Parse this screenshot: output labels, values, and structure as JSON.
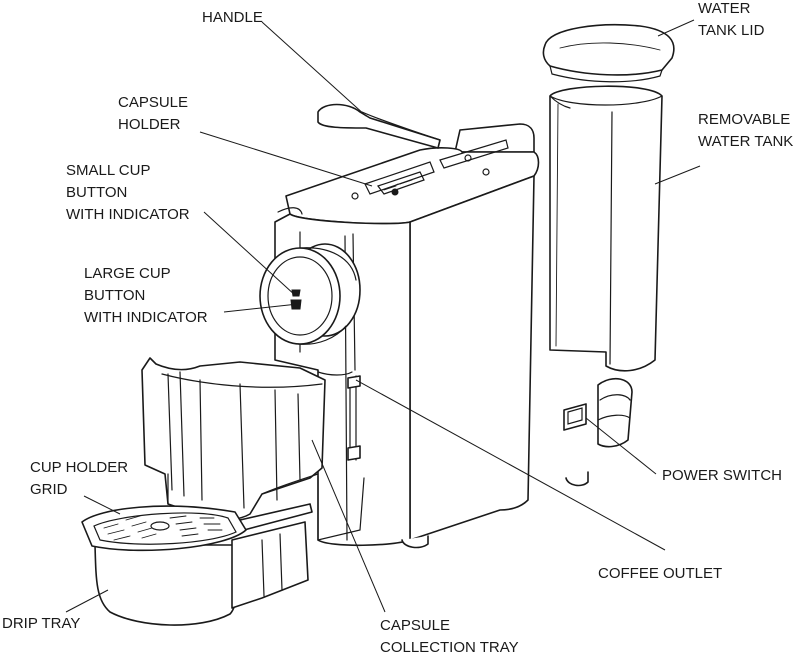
{
  "labels": {
    "handle": [
      "HANDLE"
    ],
    "water_tank_lid": [
      "WATER",
      "TANK LID"
    ],
    "capsule_holder": [
      "CAPSULE",
      "HOLDER"
    ],
    "removable_water_tank": [
      "REMOVABLE",
      "WATER TANK"
    ],
    "small_cup_button": [
      "SMALL CUP",
      "BUTTON",
      "WITH INDICATOR"
    ],
    "large_cup_button": [
      "LARGE CUP",
      "BUTTON",
      "WITH INDICATOR"
    ],
    "cup_holder_grid": [
      "CUP HOLDER",
      "GRID"
    ],
    "power_switch": [
      "POWER SWITCH"
    ],
    "coffee_outlet": [
      "COFFEE OUTLET"
    ],
    "drip_tray": [
      "DRIP TRAY"
    ],
    "capsule_collection_tray": [
      "CAPSULE",
      "COLLECTION TRAY"
    ]
  },
  "colors": {
    "ink": "#1a1a1a",
    "paper": "#ffffff"
  }
}
